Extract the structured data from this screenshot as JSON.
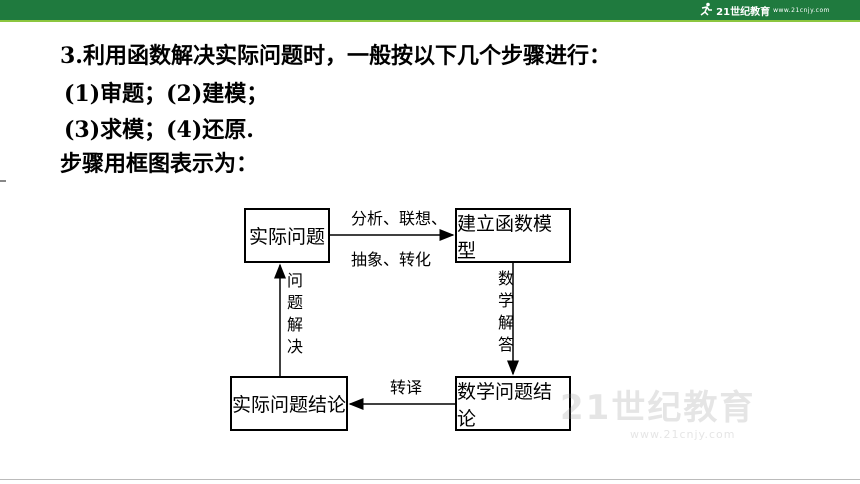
{
  "header": {
    "brand_name": "21世纪教育",
    "brand_url": "www.21cnjy.com"
  },
  "text": {
    "line1": "3.利用函数解决实际问题时，一般按以下几个步骤进行：",
    "line2": "(1)审题；(2)建模；",
    "line3": "(3)求模；(4)还原.",
    "line4": "步骤用框图表示为："
  },
  "diagram": {
    "box_real_problem": "实际问题",
    "box_model": "建立函数模型",
    "box_real_conclusion": "实际问题结论",
    "box_math_conclusion": "数学问题结论",
    "label_top_line1": "分析、联想、",
    "label_top_line2": "抽象、转化",
    "label_bottom": "转译",
    "label_left": "问题解决",
    "label_right": "数学解答"
  },
  "watermark": {
    "text": "21世纪教育",
    "url": "www.21cnjy.com"
  }
}
